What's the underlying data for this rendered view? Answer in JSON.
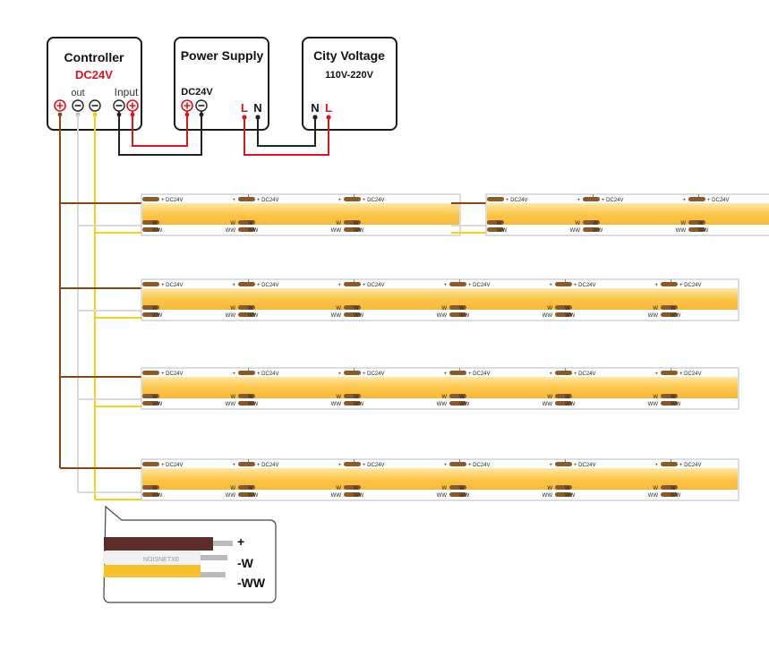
{
  "controller": {
    "title": "Controller",
    "voltage": "DC24V",
    "out_label": "out",
    "input_label": "Input"
  },
  "power_supply": {
    "title": "Power Supply",
    "voltage": "DC24V"
  },
  "city_voltage": {
    "title": "City Voltage",
    "range": "110V-220V",
    "n": "N",
    "l": "L"
  },
  "ps_terminals": {
    "l": "L",
    "n": "N"
  },
  "strip": {
    "pos_label": "+ DC24V",
    "plus": "+",
    "w": "W",
    "ww": "WW"
  },
  "cable_legend": {
    "plus": "+",
    "w": "-W",
    "ww": "-WW"
  },
  "colors": {
    "brown": "#8b4513",
    "white": "#e0e0e0",
    "yellow": "#f8d21a",
    "red": "#e0141e",
    "strip": "#fcc74a"
  }
}
